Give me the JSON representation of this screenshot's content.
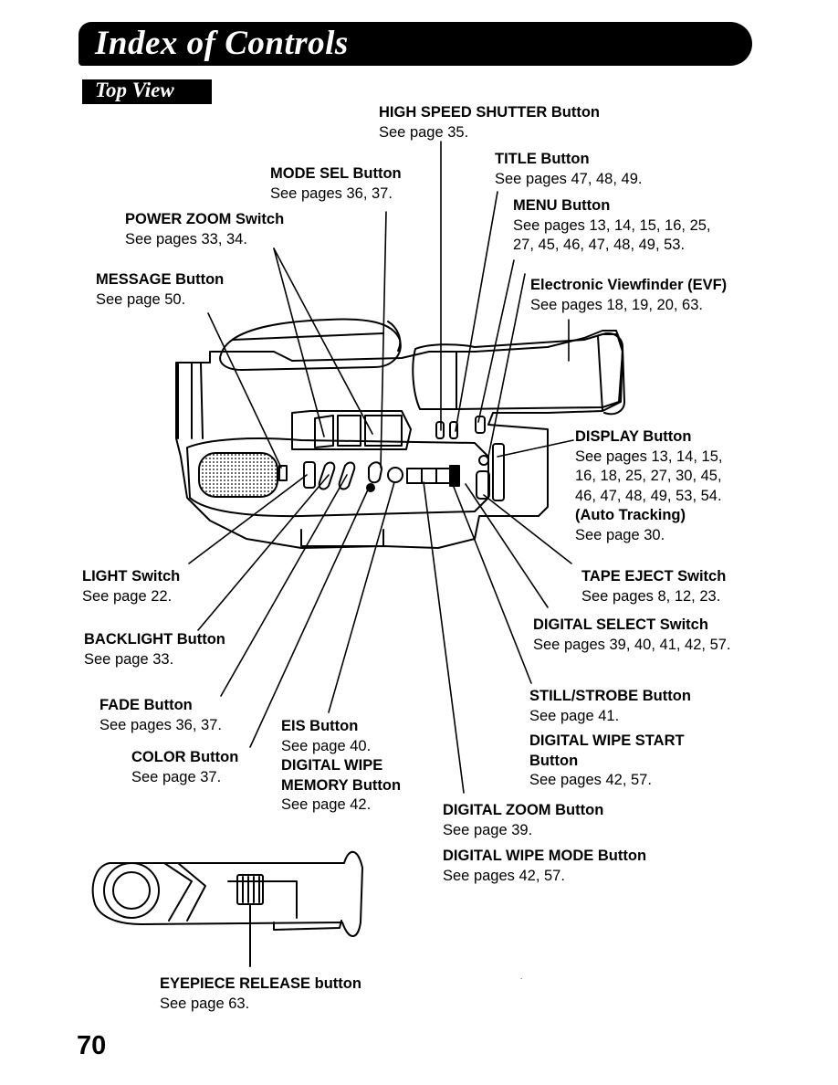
{
  "header": {
    "title": "Index of Controls"
  },
  "section": {
    "title": "Top View"
  },
  "labels": {
    "high_speed_shutter": {
      "title": "HIGH SPEED SHUTTER Button",
      "see": "See page 35."
    },
    "title_button": {
      "title": "TITLE Button",
      "see": "See pages 47, 48, 49."
    },
    "mode_sel": {
      "title": "MODE SEL Button",
      "see": "See pages 36, 37."
    },
    "menu": {
      "title": "MENU Button",
      "see1": "See pages 13, 14, 15, 16, 25,",
      "see2": "27, 45, 46, 47, 48, 49, 53."
    },
    "power_zoom": {
      "title": "POWER ZOOM Switch",
      "see": "See pages 33, 34."
    },
    "message": {
      "title": "MESSAGE Button",
      "see": "See page 50."
    },
    "evf": {
      "title": "Electronic Viewfinder (EVF)",
      "see": "See pages 18, 19, 20, 63."
    },
    "display": {
      "title": "DISPLAY Button",
      "see1": "See pages 13, 14, 15,",
      "see2": "16, 18, 25, 27, 30, 45,",
      "see3": "46, 47, 48, 49, 53, 54.",
      "title2": "(Auto Tracking)",
      "see4": "See page 30."
    },
    "light": {
      "title": "LIGHT Switch",
      "see": "See page 22."
    },
    "tape_eject": {
      "title": "TAPE EJECT Switch",
      "see": "See pages 8, 12, 23."
    },
    "backlight": {
      "title": "BACKLIGHT Button",
      "see": "See page 33."
    },
    "digital_select": {
      "title": "DIGITAL SELECT Switch",
      "see": "See pages 39, 40, 41, 42, 57."
    },
    "fade": {
      "title": "FADE Button",
      "see": "See pages 36, 37."
    },
    "still_strobe": {
      "title": "STILL/STROBE Button",
      "see": "See page 41."
    },
    "eis": {
      "title": "EIS Button",
      "see": "See page 40.",
      "title2": "DIGITAL WIPE",
      "title3": "MEMORY Button",
      "see2": "See page 42."
    },
    "wipe_start": {
      "title": "DIGITAL WIPE START",
      "title2": "Button",
      "see": "See pages 42, 57."
    },
    "color": {
      "title": "COLOR Button",
      "see": "See page 37."
    },
    "digital_zoom": {
      "title": "DIGITAL ZOOM Button",
      "see": "See page 39."
    },
    "wipe_mode": {
      "title": "DIGITAL WIPE MODE Button",
      "see": "See pages 42, 57."
    },
    "eyepiece": {
      "title": "EYEPIECE RELEASE button",
      "see": "See page 63."
    }
  },
  "page_number": "70"
}
